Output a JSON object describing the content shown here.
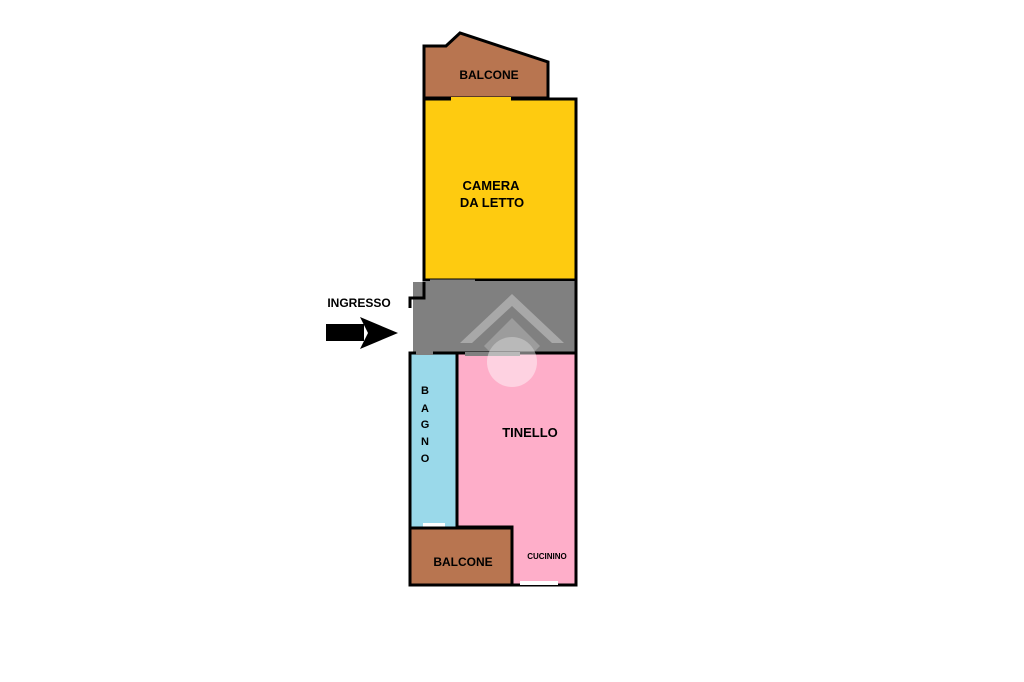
{
  "floorplan": {
    "rooms": {
      "balcony_top": {
        "label": "BALCONE",
        "color": "#b87550"
      },
      "bedroom": {
        "line1": "CAMERA",
        "line2": "DA LETTO",
        "color": "#fecb10"
      },
      "hallway": {
        "color": "#808080"
      },
      "bathroom": {
        "letters": [
          "B",
          "A",
          "G",
          "N",
          "O"
        ],
        "color": "#9ad9ea"
      },
      "living": {
        "label": "TINELLO",
        "color": "#feaec9"
      },
      "balcony_bottom": {
        "label": "BALCONE",
        "color": "#b87550"
      },
      "kitchenette": {
        "label": "CUCININO"
      }
    },
    "entrance": {
      "label": "INGRESSO",
      "arrow_icon": "right-arrow-icon"
    },
    "watermark_icon": "house-logo-icon",
    "wall_color": "#000000"
  }
}
